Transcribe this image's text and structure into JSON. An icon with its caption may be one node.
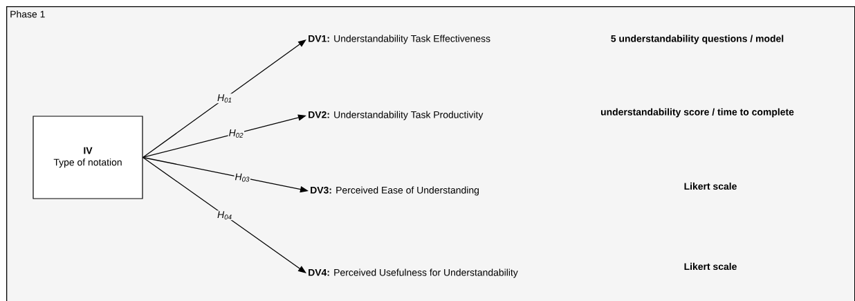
{
  "diagram": {
    "nodes": [
      {
        "text": [
          "Phase 1"
        ]
      },
      {
        "text": [
          "IV",
          "Type of notation"
        ],
        "in": 0
      },
      {
        "text": [
          "**DV1:** Understandability Task Effectiveness"
        ],
        "in": 0
      },
      {
        "text": [
          "**DV2:** Understandability Task Productivity"
        ],
        "in": 0
      },
      {
        "text": [
          "**DV3:** Perceived Ease of Understanding"
        ],
        "in": 0
      },
      {
        "text": [
          "**DV4:** Perceived Usefulness for Understandability"
        ],
        "in": 0
      }
    ],
    "edges": [
      {
        "from": 1,
        "to": 2,
        "arrow": "to",
        "label": "H$_{01}$"
      },
      {
        "from": 1,
        "to": 3,
        "arrow": "to",
        "label": "H$_{02}$"
      },
      {
        "from": 1,
        "to": 4,
        "arrow": "to",
        "label": "H$_{03}$"
      },
      {
        "from": 1,
        "to": 5,
        "arrow": "to",
        "label": "H$_{04}$"
      }
    ],
    "labels": [
      "5 understandability questions / model",
      "understandability score / time to complete",
      "Likert scale",
      "Likert scale"
    ]
  }
}
